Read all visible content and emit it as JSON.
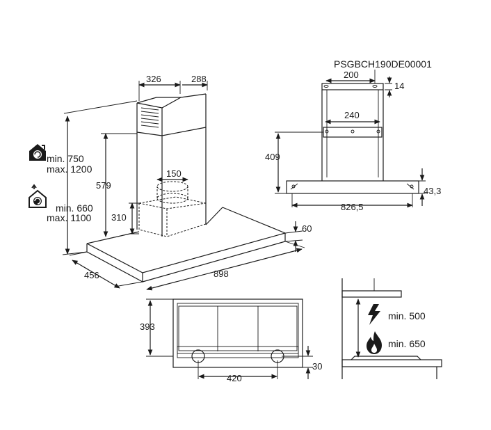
{
  "model_code": "PSGBCH190DE00001",
  "perspective_view": {
    "chimney_width": "326",
    "chimney_depth": "288",
    "motor_width": "150",
    "motor_height": "310",
    "chimney_to_hood_height": "579",
    "hood_thickness": "60",
    "hood_depth": "456",
    "hood_width": "898",
    "extraction_icon": "extraction-house-icon",
    "extraction_min": "min. 750",
    "extraction_max": "max. 1200",
    "recirculation_icon": "recirculation-house-icon",
    "recirculation_min": "min. 660",
    "recirculation_max": "max. 1100"
  },
  "bracket_view": {
    "top_bracket_width": "200",
    "top_bracket_height": "14",
    "lower_bracket_width": "240",
    "bracket_to_hood": "409",
    "hood_mount_width": "826,5",
    "hood_mount_height": "43,3"
  },
  "bottom_view": {
    "depth": "393",
    "light_spacing": "420",
    "edge_offset": "30"
  },
  "clearance": {
    "electric_icon": "lightning-icon",
    "electric_min": "min. 500",
    "gas_icon": "flame-icon",
    "gas_min": "min. 650"
  }
}
